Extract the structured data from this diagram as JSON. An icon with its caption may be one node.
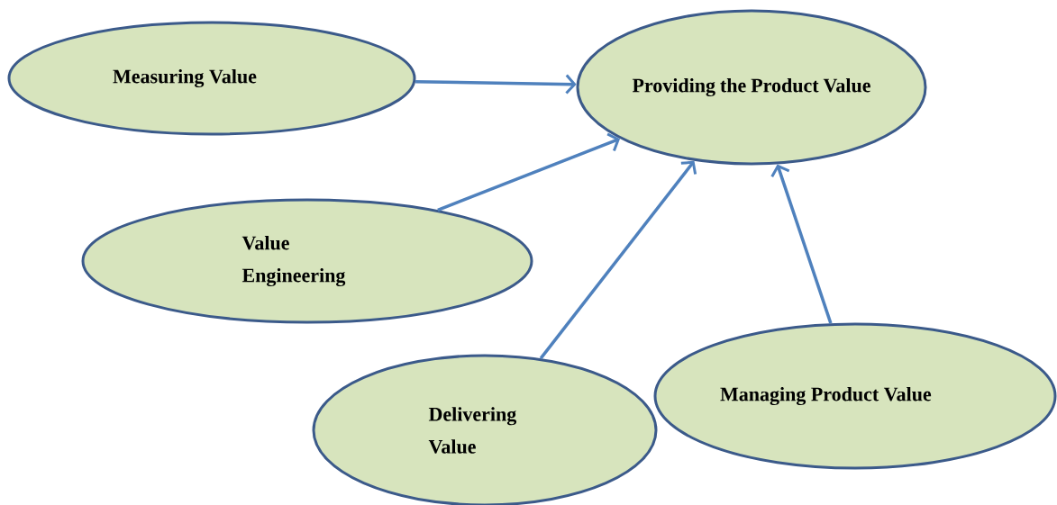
{
  "diagram": {
    "nodes": [
      {
        "text": [
          "Measuring Value"
        ]
      },
      {
        "text": [
          "Providing the Product Value"
        ]
      },
      {
        "text": [
          "Value Engineering"
        ]
      },
      {
        "text": [
          "Delivering Value"
        ]
      },
      {
        "text": [
          "Managing Product Value"
        ]
      }
    ],
    "edges": [
      {
        "from": 0,
        "to": 1,
        "arrow": "to"
      },
      {
        "from": 2,
        "to": 1,
        "arrow": "to"
      },
      {
        "from": 3,
        "to": 1,
        "arrow": "to"
      },
      {
        "from": 4,
        "to": 1,
        "arrow": "to"
      }
    ]
  }
}
